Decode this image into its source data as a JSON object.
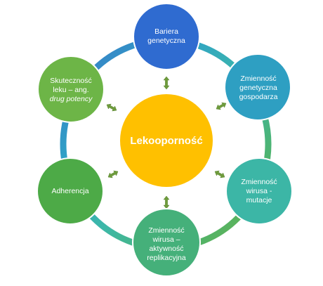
{
  "center": {
    "label": "Lekooporność",
    "color": "#FFC000"
  },
  "ring": {
    "colors": [
      "#3B74C8",
      "#2FA3C6",
      "#3DB8A8",
      "#4FB36A",
      "#73B444"
    ]
  },
  "nodes": [
    {
      "id": "bariera",
      "lines": [
        "Bariera",
        "genetyczna"
      ],
      "color": "#2F6BD0"
    },
    {
      "id": "gospodarz",
      "lines": [
        "Zmienność",
        "genetyczna",
        "gospodarza"
      ],
      "color": "#2E9FC2"
    },
    {
      "id": "mutacje",
      "lines": [
        "Zmienność",
        "wirusa -",
        "mutacje"
      ],
      "color": "#3CB6A6"
    },
    {
      "id": "replikacja",
      "lines": [
        "Zmienność",
        "wirusa –",
        "aktywność",
        "replikacyjna"
      ],
      "color": "#45B07A"
    },
    {
      "id": "adherencja",
      "lines": [
        "Adherencja"
      ],
      "color": "#4DAA47"
    },
    {
      "id": "skutecznosc",
      "lines": [
        "Skuteczność",
        "leku – ang.",
        "drug potency"
      ],
      "italic_line": 2,
      "color": "#6DB547"
    }
  ],
  "arrow_color": "#6E9B3C"
}
